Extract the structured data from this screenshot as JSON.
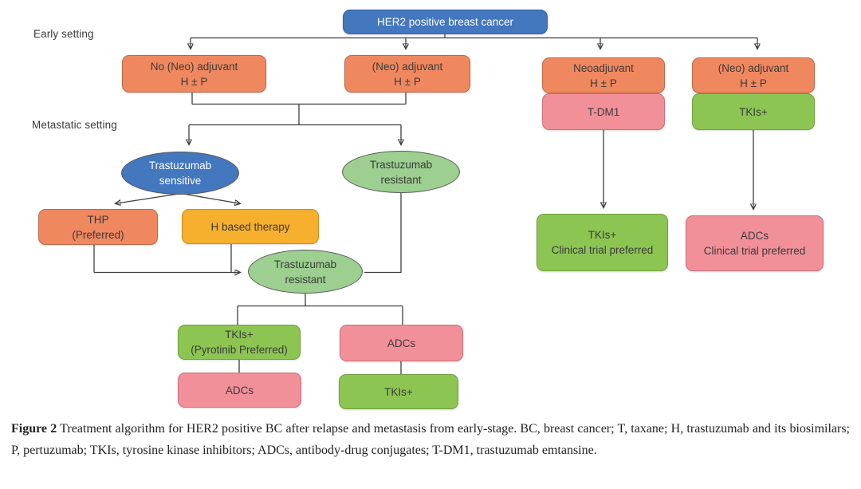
{
  "figure": {
    "type": "flowchart",
    "topic": "HER2 positive breast cancer treatment algorithm"
  },
  "labels": {
    "early": "Early setting",
    "metastatic": "Metastatic setting"
  },
  "nodes": {
    "root": {
      "lines": [
        "HER2 positive breast cancer"
      ]
    },
    "box_no_neo_adj": {
      "lines": [
        "No (Neo) adjuvant",
        "H ± P"
      ]
    },
    "box_neo_adj_2": {
      "lines": [
        "(Neo) adjuvant",
        "H ± P"
      ]
    },
    "box_neoadjuvant": {
      "lines": [
        "Neoadjuvant",
        "H ± P"
      ]
    },
    "box_tdm1": {
      "lines": [
        "T-DM1"
      ]
    },
    "box_neo_adj_4": {
      "lines": [
        "(Neo) adjuvant",
        "H ± P"
      ]
    },
    "box_tkis_4": {
      "lines": [
        "TKIs+"
      ]
    },
    "ell_sensitive": {
      "lines": [
        "Trastuzumab",
        "sensitive"
      ]
    },
    "ell_resistant_top": {
      "lines": [
        "Trastuzumab",
        "resistant"
      ]
    },
    "box_thp": {
      "lines": [
        "THP",
        "(Preferred)"
      ]
    },
    "box_h_based": {
      "lines": [
        "H based therapy"
      ]
    },
    "ell_resistant_mid": {
      "lines": [
        "Trastuzumab",
        "resistant"
      ]
    },
    "box_tki_pyrotinib": {
      "lines": [
        "TKIs+",
        "(Pyrotinib Preferred)"
      ]
    },
    "box_adc_left": {
      "lines": [
        "ADCs"
      ]
    },
    "box_adc_right": {
      "lines": [
        "ADCs"
      ]
    },
    "box_tki_bottom": {
      "lines": [
        "TKIs+"
      ]
    },
    "box_ctp_tkis": {
      "lines": [
        "TKIs+",
        "Clinical trial preferred"
      ]
    },
    "box_ctp_adcs": {
      "lines": [
        "ADCs",
        "Clinical trial preferred"
      ]
    }
  },
  "caption": {
    "figure_label": "Figure 2",
    "text": "Treatment algorithm for HER2 positive BC after relapse and metastasis from early-stage. BC, breast cancer; T, taxane; H, trastuzumab and its biosimilars; P, pertuzumab; TKIs, tyrosine kinase inhibitors; ADCs, antibody-drug conjugates; T-DM1, trastuzumab emtansine."
  },
  "colors": {
    "blue": "#4377BE",
    "orange": "#F0885F",
    "pink": "#F2909A",
    "green": "#8DC553",
    "yellow": "#F6B02D",
    "ellipse_green": "#9CCF90",
    "line": "#3F3F3F"
  }
}
